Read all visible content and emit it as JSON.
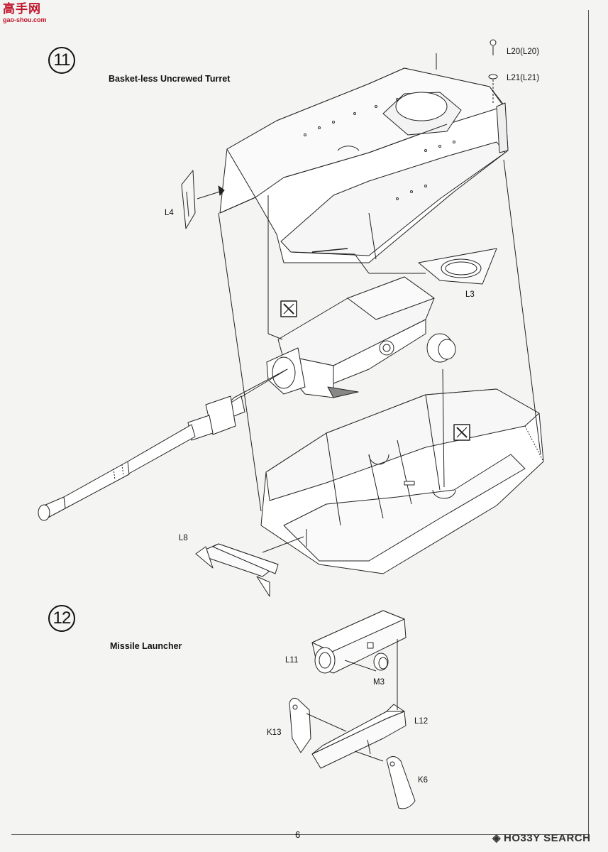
{
  "page_number": "6",
  "watermarks": {
    "top_left_cn": "高手网",
    "top_left_domain": "gao-shou.com",
    "bottom_right": "HO33Y SEARCH"
  },
  "steps": [
    {
      "number": "11",
      "title": "Basket-less Uncrewed Turret"
    },
    {
      "number": "12",
      "title": "Missile Launcher"
    }
  ],
  "parts": {
    "l20": "L20(L20)",
    "l21": "L21(L21)",
    "l4": "L4",
    "l3": "L3",
    "l8": "L8",
    "l11": "L11",
    "m3": "M3",
    "k13": "K13",
    "l12": "L12",
    "k6": "K6"
  },
  "icons": [
    "cement-not-required-icon",
    "cement-not-required-icon"
  ]
}
